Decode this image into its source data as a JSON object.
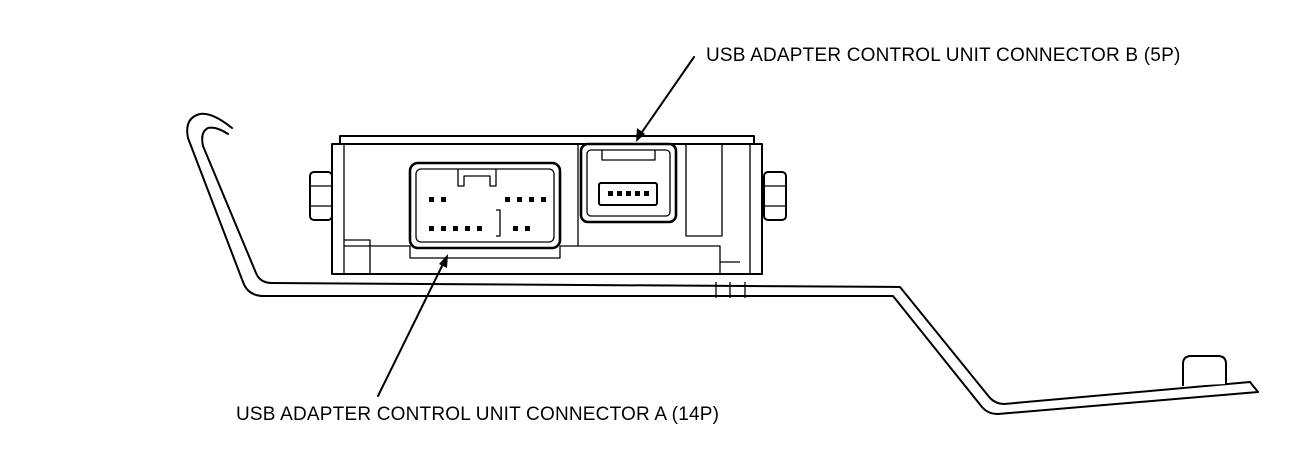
{
  "diagram": {
    "labels": {
      "connector_b": "USB ADAPTER CONTROL UNIT CONNECTOR B (5P)",
      "connector_a": "USB ADAPTER CONTROL UNIT CONNECTOR A (14P)"
    },
    "connector_a": {
      "pin_count": 14
    },
    "connector_b": {
      "pin_count": 5
    },
    "colors": {
      "line": "#000000",
      "background": "#ffffff"
    }
  }
}
